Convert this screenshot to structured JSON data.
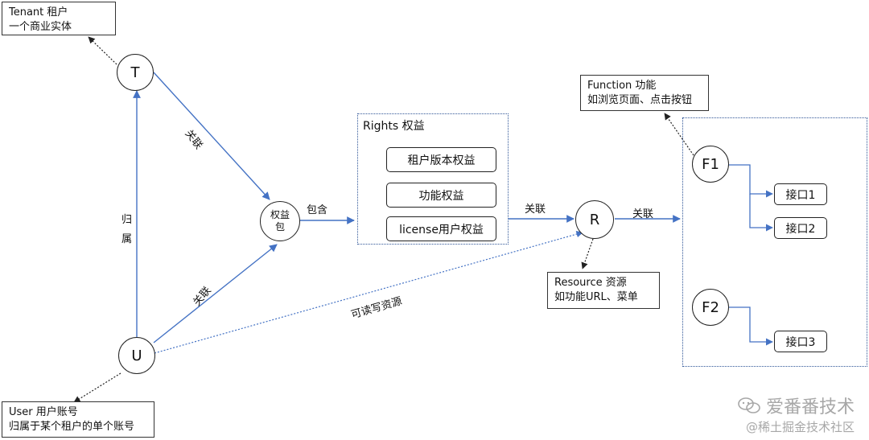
{
  "notes": {
    "tenant": [
      "Tenant 租户",
      "一个商业实体"
    ],
    "function": [
      "Function 功能",
      "如浏览页面、点击按钮"
    ],
    "resource": [
      "Resource 资源",
      "如功能URL、菜单"
    ],
    "user": [
      "User 用户账号",
      "归属于某个租户的单个账号"
    ]
  },
  "nodes": {
    "t": "T",
    "u": "U",
    "pkg": [
      "权益",
      "包"
    ],
    "r": "R",
    "f1": "F1",
    "f2": "F2"
  },
  "rights": {
    "title": "Rights 权益",
    "items": [
      "租户版本权益",
      "功能权益",
      "license用户权益"
    ]
  },
  "apis": [
    "接口1",
    "接口2",
    "接口3"
  ],
  "edge_labels": {
    "t_pkg": "关联",
    "u_t": "归属",
    "u_pkg": "关联",
    "pkg_rights": "包含",
    "rights_r": "关联",
    "r_f": "关联",
    "u_r": "可读写资源"
  },
  "colors": {
    "blue_line": "#4472c4",
    "dotted_blue": "#2f5597",
    "black_dotted": "#222222"
  },
  "watermark": {
    "line1": "爱番番技术",
    "line2": "@稀土掘金技术社区"
  }
}
